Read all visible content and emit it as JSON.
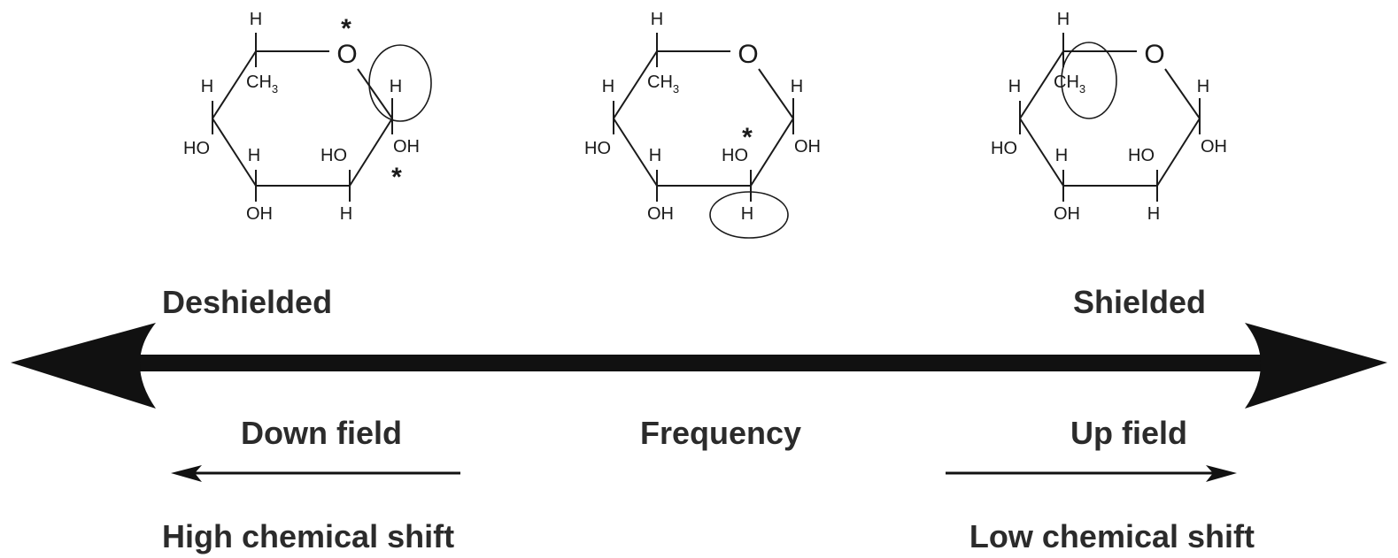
{
  "molecules": [
    {
      "atoms": {
        "o": "O",
        "h_top": "H",
        "ch3_c": "CH",
        "ch3_sub": "3",
        "h_c5": "H",
        "ho_c4": "HO",
        "h_c4": "H",
        "oh_c3": "OH",
        "ho_c2": "HO",
        "h_c2": "H",
        "h_c1": "H",
        "oh_c1": "OH"
      },
      "stars": [
        "*",
        "*"
      ]
    },
    {
      "atoms": {
        "o": "O",
        "h_top": "H",
        "ch3_c": "CH",
        "ch3_sub": "3",
        "h_c5": "H",
        "ho_c4": "HO",
        "h_c4": "H",
        "oh_c3": "OH",
        "ho_c2": "HO",
        "h_c2": "H",
        "h_c1": "H",
        "oh_c1": "OH"
      },
      "stars": [
        "*"
      ]
    },
    {
      "atoms": {
        "o": "O",
        "h_top": "H",
        "ch3_c": "CH",
        "ch3_sub": "3",
        "h_c5": "H",
        "ho_c4": "HO",
        "h_c4": "H",
        "oh_c3": "OH",
        "ho_c2": "HO",
        "h_c2": "H",
        "h_c1": "H",
        "oh_c1": "OH"
      },
      "stars": []
    }
  ],
  "scale": {
    "left_label": "Deshielded",
    "right_label": "Shielded",
    "center_label": "Frequency",
    "left_field": "Down field",
    "right_field": "Up field",
    "left_shift": "High chemical shift",
    "right_shift": "Low chemical shift"
  }
}
